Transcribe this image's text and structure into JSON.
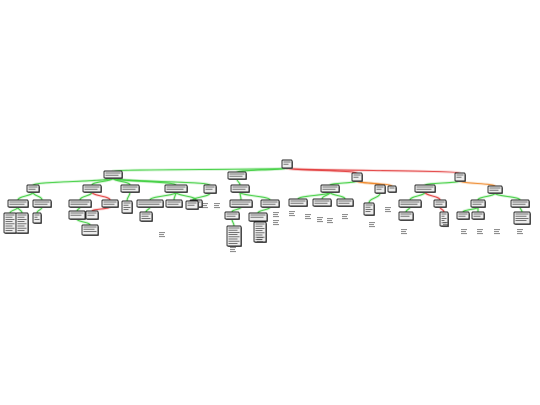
{
  "diagram": {
    "type": "tree",
    "colors": {
      "background": "#ffffff",
      "link_ok": "#3ecf3e",
      "link_error": "#e23b3b",
      "link_warning": "#f08a2c",
      "node_fill": "#ececec",
      "node_border": "#222222",
      "node_shadow": "#6a6a6a"
    },
    "legend": "none",
    "labels": "not legible"
  }
}
